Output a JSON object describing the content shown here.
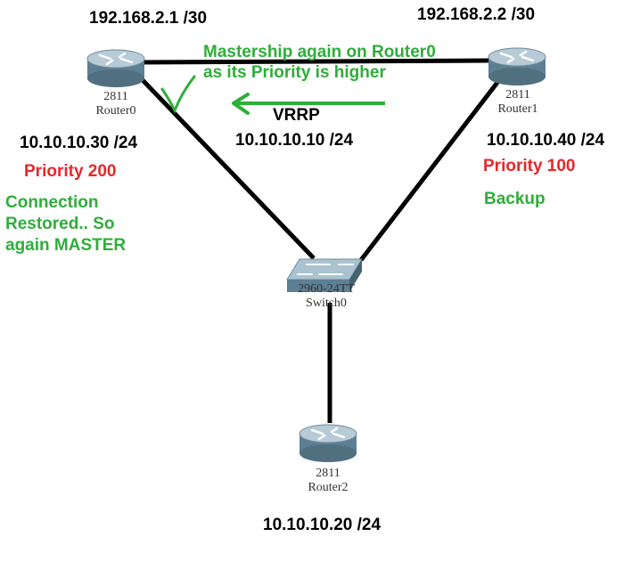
{
  "colors": {
    "link": "#000000",
    "annotation_green": "#2eae3a",
    "priority_red": "#e8262a"
  },
  "devices": {
    "router0": {
      "model": "2811",
      "name": "Router0",
      "icon": "router-icon"
    },
    "router1": {
      "model": "2811",
      "name": "Router1",
      "icon": "router-icon"
    },
    "router2": {
      "model": "2811",
      "name": "Router2",
      "icon": "router-icon"
    },
    "switch0": {
      "model": "2960-24TT",
      "name": "Switch0",
      "icon": "switch-icon"
    }
  },
  "addresses": {
    "router0_wan": "192.168.2.1 /30",
    "router1_wan": "192.168.2.2 /30",
    "router0_lan": "10.10.10.30 /24",
    "router1_lan": "10.10.10.40 /24",
    "virtual_ip": "10.10.10.10 /24",
    "router2_lan": "10.10.10.20 /24"
  },
  "protocol": "VRRP",
  "router0_status": {
    "priority": "Priority 200",
    "note": "Connection\nRestored.. So\nagain MASTER"
  },
  "router1_status": {
    "priority": "Priority 100",
    "role": "Backup"
  },
  "mastership_note": "Mastership again on Router0\nas its Priority is higher"
}
